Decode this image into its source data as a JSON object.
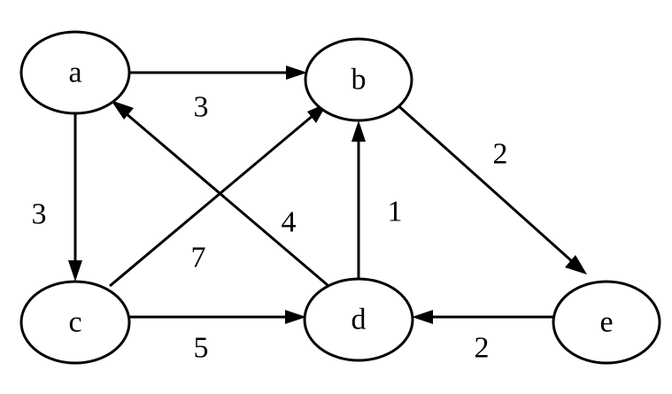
{
  "graph": {
    "nodes": {
      "a": {
        "label": "a"
      },
      "b": {
        "label": "b"
      },
      "c": {
        "label": "c"
      },
      "d": {
        "label": "d"
      },
      "e": {
        "label": "e"
      }
    },
    "edges": {
      "a_b": {
        "from": "a",
        "to": "b",
        "weight": "3"
      },
      "a_c": {
        "from": "a",
        "to": "c",
        "weight": "3"
      },
      "d_a": {
        "from": "d",
        "to": "a",
        "weight": "4"
      },
      "c_b": {
        "from": "c",
        "to": "b",
        "weight": "7"
      },
      "d_b": {
        "from": "d",
        "to": "b",
        "weight": "1"
      },
      "b_e": {
        "from": "b",
        "to": "e",
        "weight": "2"
      },
      "c_d": {
        "from": "c",
        "to": "d",
        "weight": "5"
      },
      "e_d": {
        "from": "e",
        "to": "d",
        "weight": "2"
      }
    }
  }
}
